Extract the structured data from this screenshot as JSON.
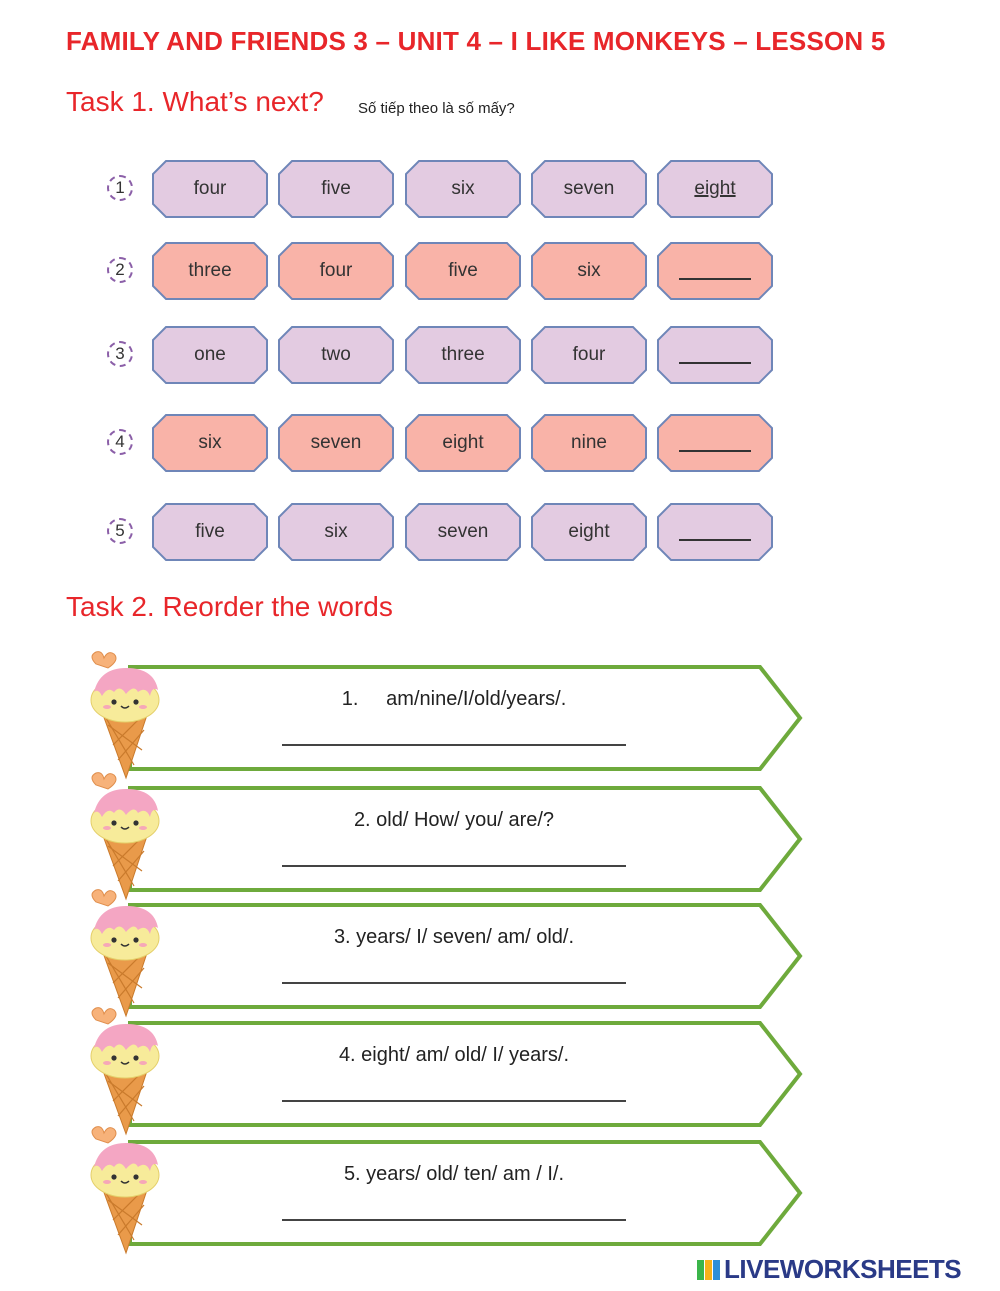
{
  "title": "FAMILY AND FRIENDS 3 – UNIT 4 – I LIKE MONKEYS – LESSON 5",
  "task1": {
    "heading": "Task 1. What’s next?",
    "subtitle": "Số tiếp theo là số mấy?",
    "rows": [
      {
        "num": "1",
        "words": [
          "four",
          "five",
          "six",
          "seven"
        ],
        "answer": "eight"
      },
      {
        "num": "2",
        "words": [
          "three",
          "four",
          "five",
          "six"
        ],
        "answer": ""
      },
      {
        "num": "3",
        "words": [
          "one",
          "two",
          "three",
          "four"
        ],
        "answer": ""
      },
      {
        "num": "4",
        "words": [
          "six",
          "seven",
          "eight",
          "nine"
        ],
        "answer": ""
      },
      {
        "num": "5",
        "words": [
          "five",
          "six",
          "seven",
          "eight"
        ],
        "answer": ""
      }
    ]
  },
  "task2": {
    "heading": "Task 2. Reorder the words",
    "items": [
      {
        "text": "1.     am/nine/I/old/years/."
      },
      {
        "text": "2. old/ How/ you/ are/?"
      },
      {
        "text": "3. years/ I/ seven/ am/ old/."
      },
      {
        "text": "4. eight/ am/ old/ I/ years/."
      },
      {
        "text": "5. years/ old/ ten/ am / I/."
      }
    ]
  },
  "logo": {
    "text": "LIVEWORKSHEETS"
  },
  "colors": {
    "title": "#e8262a",
    "purple_fill": "#e3cbe1",
    "purple_border": "#6f86b8",
    "pink_fill": "#f9b3a8",
    "pink_border": "#6f86b8",
    "arrow_border": "#6eaa3c",
    "logo": "#2a3a87"
  }
}
